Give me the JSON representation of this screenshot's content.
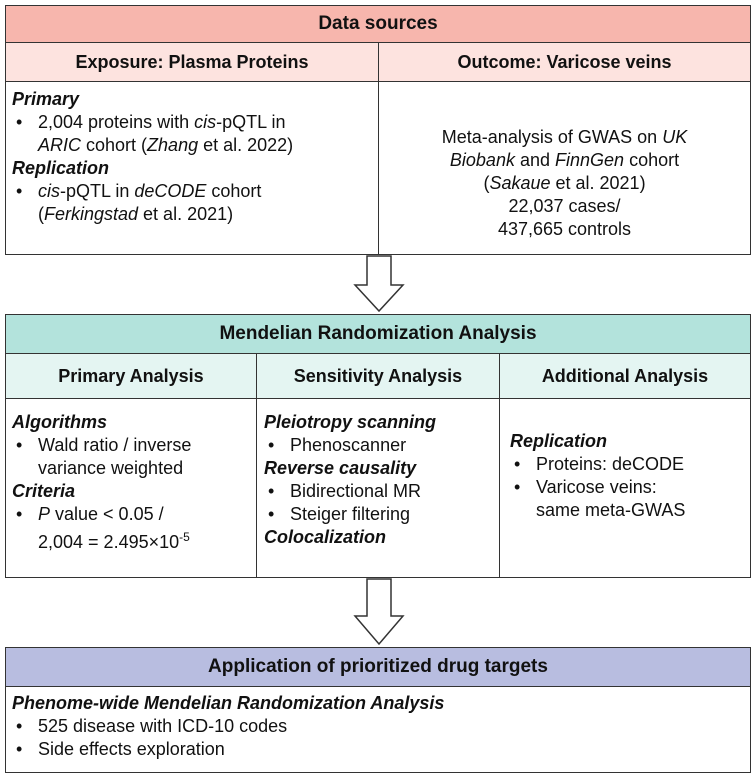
{
  "data_sources": {
    "title": "Data sources",
    "exposure": {
      "header": "Exposure: Plasma Proteins",
      "primary_title": "Primary",
      "primary_l1": [
        "2,004 proteins with ",
        "cis",
        "-pQTL in"
      ],
      "primary_l2": [
        "ARIC",
        " cohort (",
        "Zhang",
        " et al. 2022)"
      ],
      "replication_title": "Replication",
      "replication_l1": [
        "cis",
        "-pQTL in ",
        "deCODE",
        " cohort"
      ],
      "replication_l2": [
        "(",
        "Ferkingstad",
        " et al. 2021)"
      ]
    },
    "outcome": {
      "header": "Outcome: Varicose veins",
      "l1": [
        "Meta-analysis of GWAS on ",
        "UK"
      ],
      "l2": [
        "Biobank",
        " and ",
        "FinnGen",
        " cohort"
      ],
      "l3": [
        "(",
        "Sakaue",
        " et al. 2021)"
      ],
      "l4": "22,037 cases/",
      "l5": "437,665 controls"
    }
  },
  "mr": {
    "title": "Mendelian Randomization Analysis",
    "primary": {
      "header": "Primary Analysis",
      "alg_title": "Algorithms",
      "alg_l1": "Wald ratio / inverse",
      "alg_l2": "variance weighted",
      "crit_title": "Criteria",
      "crit_l1": [
        "P",
        " value < 0.05 /"
      ],
      "crit_l2": [
        "2,004 = 2.495×10",
        "-5"
      ]
    },
    "sensitivity": {
      "header": "Sensitivity Analysis",
      "pleio_title": "Pleiotropy scanning",
      "pleio_item": "Phenoscanner",
      "rev_title": "Reverse causality",
      "rev_item1": "Bidirectional MR",
      "rev_item2": "Steiger filtering",
      "coloc_title": "Colocalization"
    },
    "additional": {
      "header": "Additional Analysis",
      "rep_title": "Replication",
      "rep_item1": "Proteins: deCODE",
      "rep_item2_l1": "Varicose veins:",
      "rep_item2_l2": "same meta-GWAS"
    }
  },
  "application": {
    "title": "Application of prioritized drug targets",
    "sub_title": "Phenome-wide Mendelian Randomization Analysis",
    "item1": "525 disease with ICD-10 codes",
    "item2": "Side effects exploration"
  },
  "colors": {
    "data_sources_header": "#f7b6ad",
    "data_sources_sub": "#fde3df",
    "mr_header": "#b3e3dc",
    "mr_sub": "#e4f5f2",
    "application_header": "#b8bde0"
  }
}
